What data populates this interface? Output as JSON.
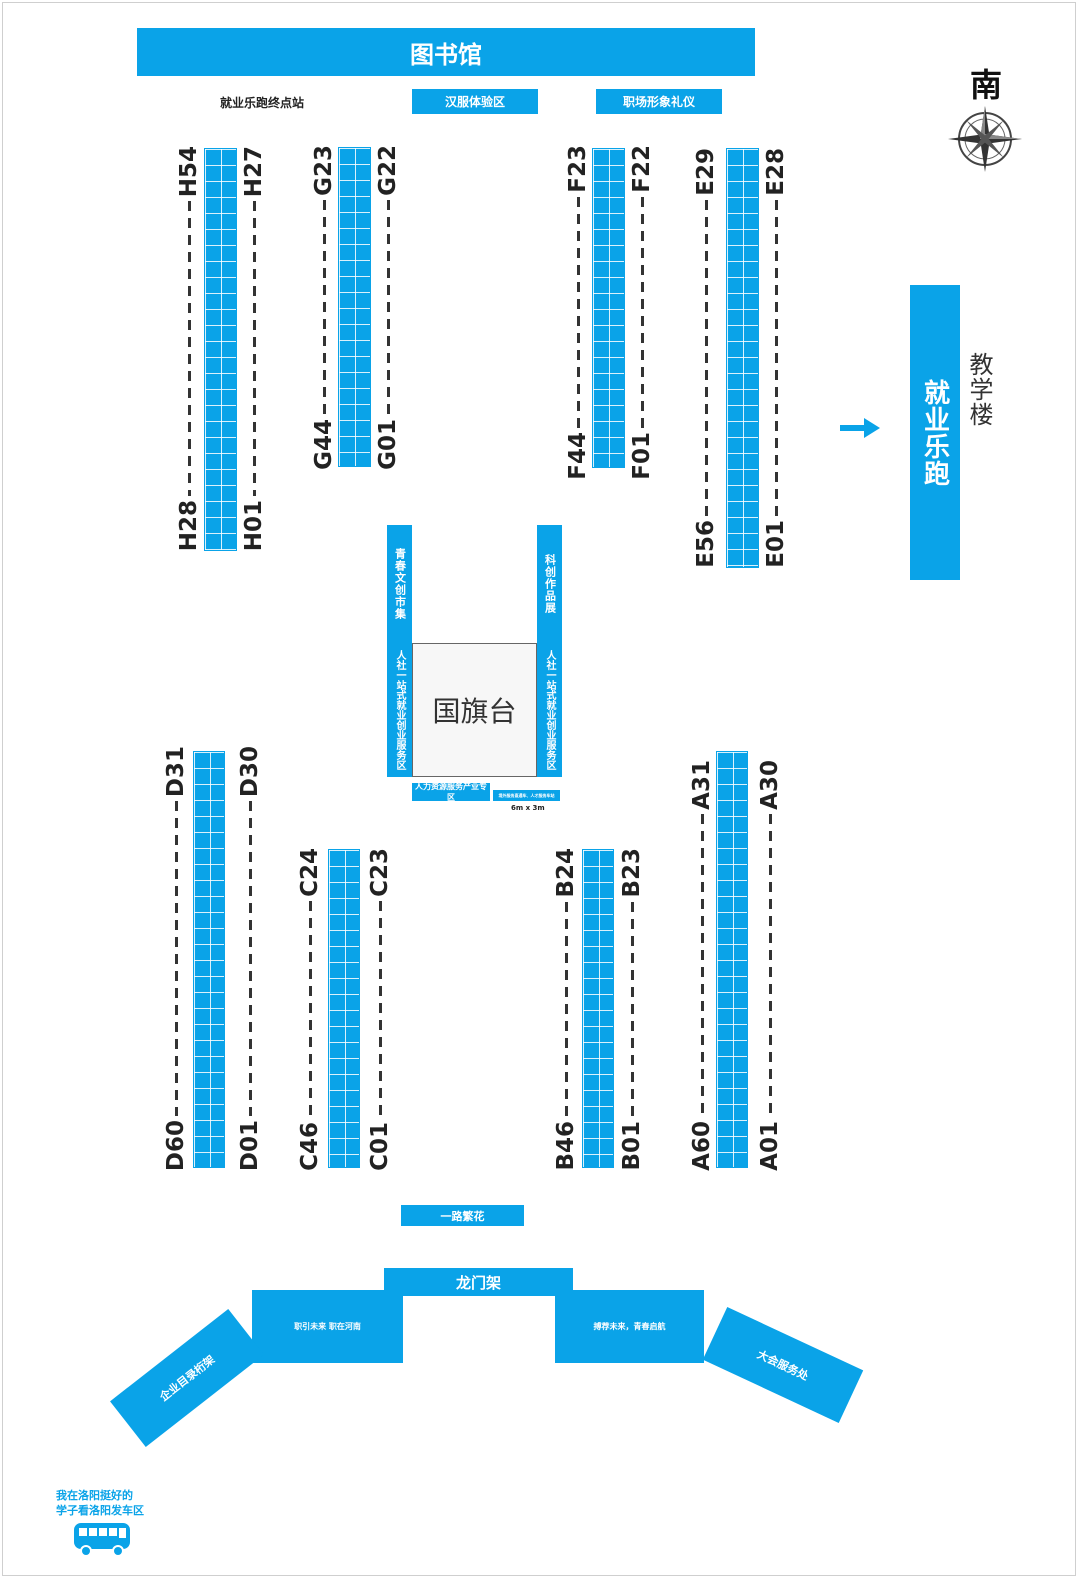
{
  "top": {
    "library": "图书馆",
    "run_terminal": "就业乐跑终点站",
    "hanfu": "汉服体验区",
    "etiquette": "职场形象礼仪"
  },
  "compass": {
    "direction": "南"
  },
  "right": {
    "run_banner": "就业乐跑",
    "teaching_building": "教学楼"
  },
  "center": {
    "youth_market": "青春文创市集",
    "tech_show": "科创作品展",
    "flag_platform": "国旗台",
    "hr_left": "人社一站式就业创业服务区",
    "hr_right": "人社一站式就业创业服务区",
    "hr_industry": "人力资源服务产业专区",
    "small_zone": "境外服务直通车、人才服务车站",
    "size_note": "6m x 3m"
  },
  "rows": {
    "H": {
      "top": "H54",
      "bottom": "H28",
      "top2": "H27",
      "bottom2": "H01"
    },
    "G": {
      "top": "G23",
      "bottom": "G44",
      "top2": "G22",
      "bottom2": "G01"
    },
    "F": {
      "top": "F23",
      "bottom": "F44",
      "top2": "F22",
      "bottom2": "F01"
    },
    "E": {
      "top": "E29",
      "bottom": "E56",
      "top2": "E28",
      "bottom2": "E01"
    },
    "D": {
      "top": "D31",
      "bottom": "D60",
      "top2": "D30",
      "bottom2": "D01"
    },
    "C": {
      "top": "C24",
      "bottom": "C46",
      "top2": "C23",
      "bottom2": "C01"
    },
    "B": {
      "top": "B24",
      "bottom": "B46",
      "top2": "B23",
      "bottom2": "B01"
    },
    "A": {
      "top": "A31",
      "bottom": "A60",
      "top2": "A30",
      "bottom2": "A01"
    }
  },
  "bottom": {
    "flowers": "一路繁花",
    "gate": "龙门架",
    "gate_left": "职引未来  职在河南",
    "gate_right": "搏荐未来，青春启航",
    "catalog": "企业目录桁架",
    "service": "大会服务处",
    "bus_line1": "我在洛阳挺好的",
    "bus_line2": "学子看洛阳发车区"
  },
  "colors": {
    "accent": "#0AA3E8"
  }
}
